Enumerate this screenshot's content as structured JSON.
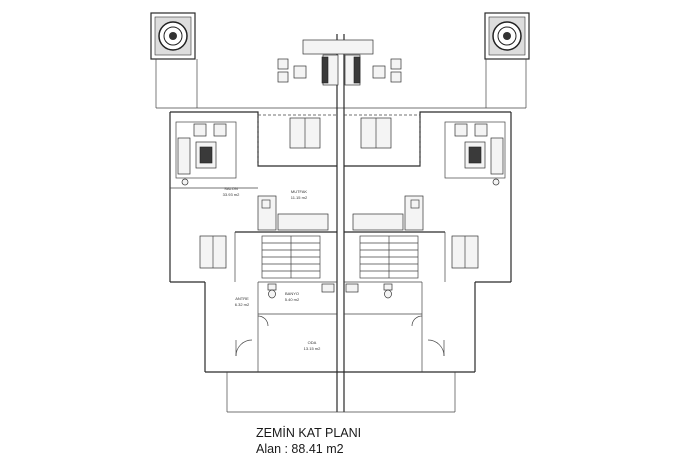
{
  "plan": {
    "title": "ZEMİN KAT PLANI",
    "area": "Alan : 88.41 m2",
    "rooms": {
      "salon": {
        "name": "SALON",
        "size": "33.93 m2"
      },
      "mutfak": {
        "name": "MUTFAK",
        "size": "11.15 m2"
      },
      "banyo": {
        "name": "BANYO",
        "size": "5.40 m2"
      },
      "antre": {
        "name": "ANTRE",
        "size": "6.32 m2"
      },
      "oda": {
        "name": "ODA",
        "size": "13.15 m2"
      }
    },
    "icons": [
      "planter-icon",
      "sofa-icon",
      "dining-table-icon",
      "staircase-icon",
      "toilet-icon",
      "sink-icon",
      "door-swing-icon"
    ]
  }
}
